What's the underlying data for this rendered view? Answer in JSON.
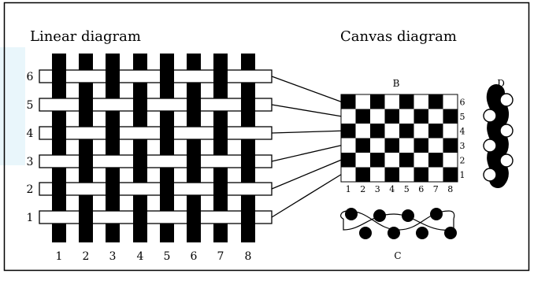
{
  "titles": {
    "linear": "Linear diagram",
    "canvas": "Canvas diagram"
  },
  "linear": {
    "warp_numbers": [
      "1",
      "2",
      "3",
      "4",
      "5",
      "6",
      "7",
      "8"
    ],
    "weft_numbers": [
      "1",
      "2",
      "3",
      "4",
      "5",
      "6"
    ]
  },
  "canvas": {
    "label": "B",
    "column_numbers": [
      "1",
      "2",
      "3",
      "4",
      "5",
      "6",
      "7",
      "8"
    ],
    "row_numbers": [
      "1",
      "2",
      "3",
      "4",
      "5",
      "6"
    ]
  },
  "cross_sections": {
    "weft_label": "C",
    "warp_label": "D"
  },
  "colors": {
    "ink": "#000000",
    "paper": "#ffffff",
    "tint": "#e9f6fb"
  }
}
